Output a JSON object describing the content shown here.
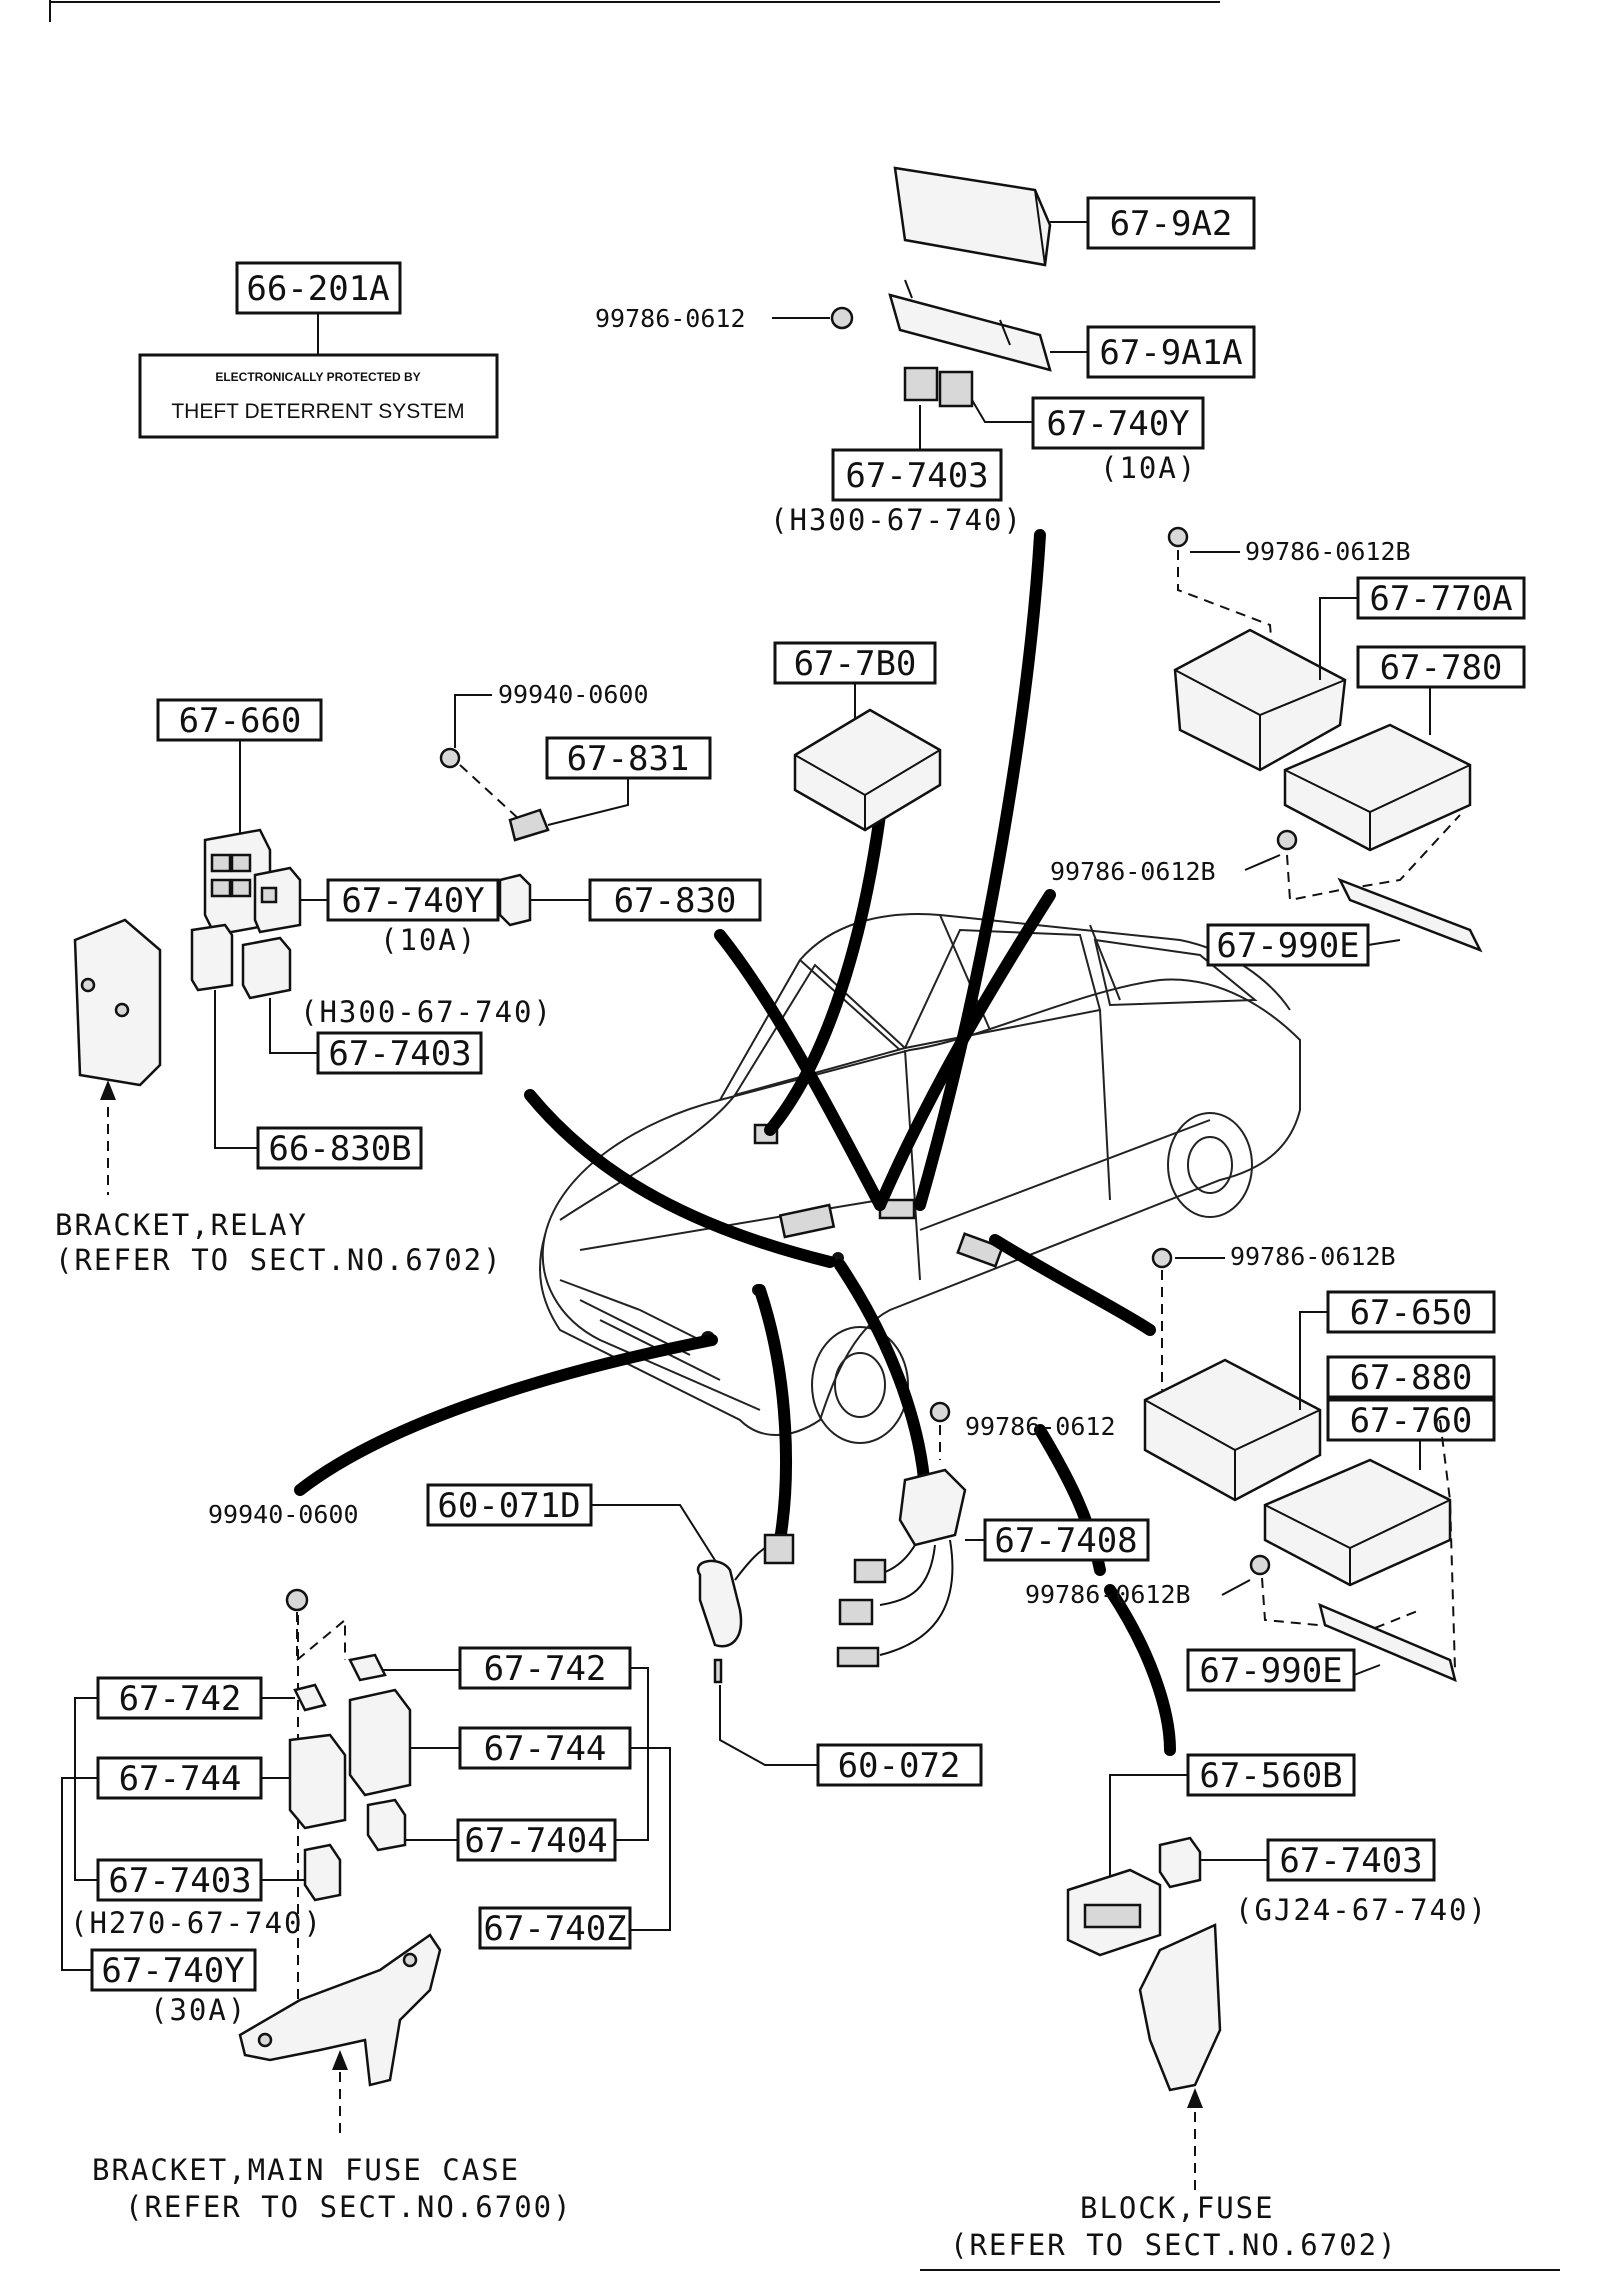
{
  "parts": {
    "p_66_201A": "66-201A",
    "p_67_9A2": "67-9A2",
    "p_67_9A1A": "67-9A1A",
    "p_67_740Y_top": "67-740Y",
    "p_67_7403_top": "67-7403",
    "p_67_770A": "67-770A",
    "p_67_780": "67-780",
    "p_67_7B0": "67-7B0",
    "p_67_660": "67-660",
    "p_67_831": "67-831",
    "p_67_740Y_mid": "67-740Y",
    "p_67_830": "67-830",
    "p_67_7403_mid": "67-7403",
    "p_66_830B": "66-830B",
    "p_67_990E_upper": "67-990E",
    "p_67_650": "67-650",
    "p_67_880": "67-880",
    "p_67_760": "67-760",
    "p_60_071D": "60-071D",
    "p_67_7408": "67-7408",
    "p_67_990E_lower": "67-990E",
    "p_67_742_right": "67-742",
    "p_67_742_left": "67-742",
    "p_67_744_right": "67-744",
    "p_67_744_left": "67-744",
    "p_67_7404": "67-7404",
    "p_60_072": "60-072",
    "p_67_560B": "67-560B",
    "p_67_7403_left": "67-7403",
    "p_67_7403_right": "67-7403",
    "p_67_740Z": "67-740Z",
    "p_67_740Y_bottom": "67-740Y"
  },
  "bolts": {
    "b_99786_0612_top": "99786-0612",
    "b_99786_0612B_a": "99786-0612B",
    "b_99940_0600_top": "99940-0600",
    "b_99786_0612B_b": "99786-0612B",
    "b_99786_0612B_c": "99786-0612B",
    "b_99786_0612_mid": "99786-0612",
    "b_99940_0600_bottom": "99940-0600",
    "b_99786_0612B_d": "99786-0612B"
  },
  "notes": {
    "amp_10A_top": "(10A)",
    "ref_H300_top": "(H300-67-740)",
    "amp_10A_mid": "(10A)",
    "ref_H300_mid": "(H300-67-740)",
    "ref_H270": "(H270-67-740)",
    "amp_30A": "(30A)",
    "ref_GJ24": "(GJ24-67-740)",
    "bracket_relay_1": "BRACKET,RELAY",
    "bracket_relay_2": "(REFER TO SECT.NO.6702)",
    "bracket_main_1": "BRACKET,MAIN FUSE CASE",
    "bracket_main_2": "(REFER TO SECT.NO.6700)",
    "block_fuse_1": "BLOCK,FUSE",
    "block_fuse_2": "(REFER TO SECT.NO.6702)"
  },
  "label": {
    "line1": "ELECTRONICALLY PROTECTED BY",
    "line2": "THEFT DETERRENT SYSTEM"
  }
}
